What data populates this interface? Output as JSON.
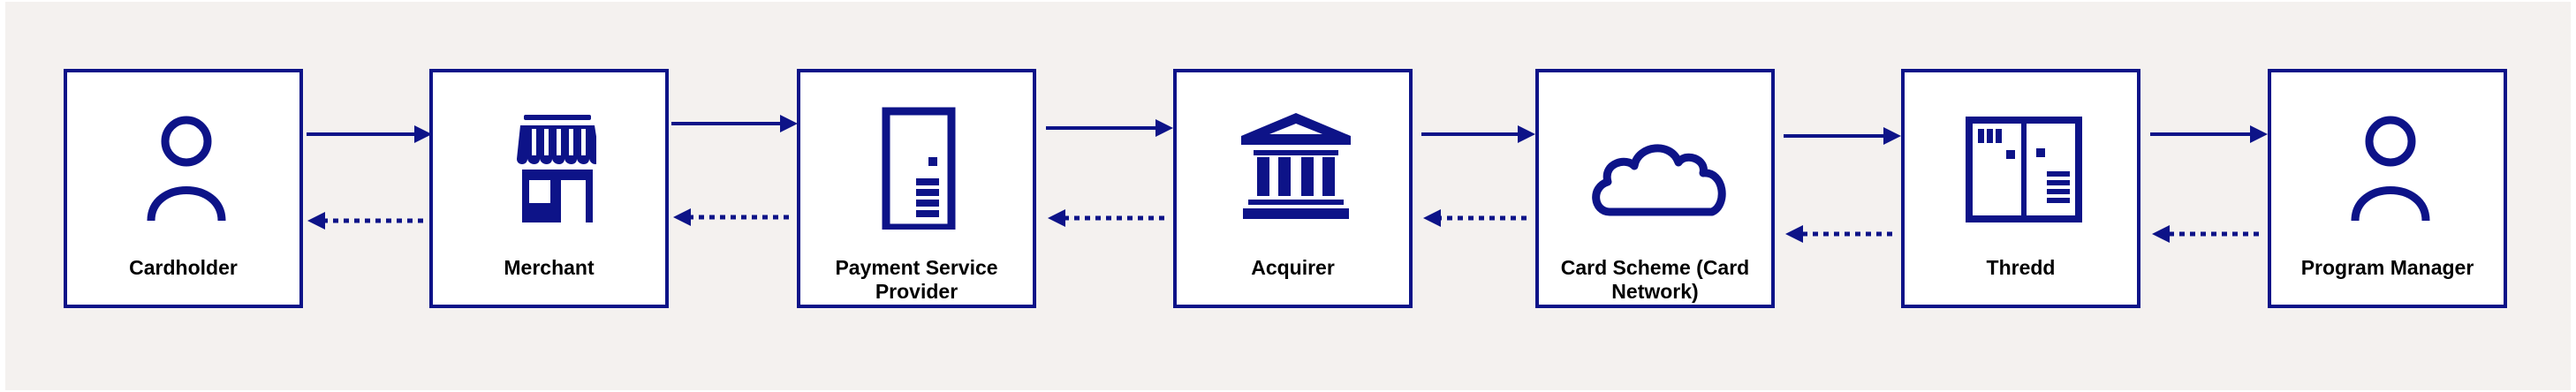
{
  "nodes": [
    {
      "id": "cardholder",
      "label": "Cardholder",
      "icon": "person-icon"
    },
    {
      "id": "merchant",
      "label": "Merchant",
      "icon": "storefront-icon"
    },
    {
      "id": "psp",
      "label": "Payment Service Provider",
      "icon": "payment-terminal-icon"
    },
    {
      "id": "acquirer",
      "label": "Acquirer",
      "icon": "bank-icon"
    },
    {
      "id": "card-scheme",
      "label": "Card Scheme (Card Network)",
      "icon": "cloud-icon"
    },
    {
      "id": "thredd",
      "label": "Thredd",
      "icon": "server-rack-icon"
    },
    {
      "id": "program-manager",
      "label": "Program Manager",
      "icon": "person-icon"
    }
  ],
  "edges": [
    {
      "from": "cardholder",
      "to": "merchant",
      "style": "solid"
    },
    {
      "from": "merchant",
      "to": "psp",
      "style": "solid"
    },
    {
      "from": "psp",
      "to": "acquirer",
      "style": "solid"
    },
    {
      "from": "acquirer",
      "to": "card-scheme",
      "style": "solid"
    },
    {
      "from": "card-scheme",
      "to": "thredd",
      "style": "solid"
    },
    {
      "from": "thredd",
      "to": "program-manager",
      "style": "solid"
    },
    {
      "from": "merchant",
      "to": "cardholder",
      "style": "dotted"
    },
    {
      "from": "psp",
      "to": "merchant",
      "style": "dotted"
    },
    {
      "from": "acquirer",
      "to": "psp",
      "style": "dotted"
    },
    {
      "from": "card-scheme",
      "to": "acquirer",
      "style": "dotted"
    },
    {
      "from": "thredd",
      "to": "card-scheme",
      "style": "dotted"
    },
    {
      "from": "program-manager",
      "to": "thredd",
      "style": "dotted"
    }
  ],
  "colors": {
    "stroke": "#0d1388",
    "background": "#f4f1ef",
    "box": "#ffffff",
    "text": "#000000"
  }
}
